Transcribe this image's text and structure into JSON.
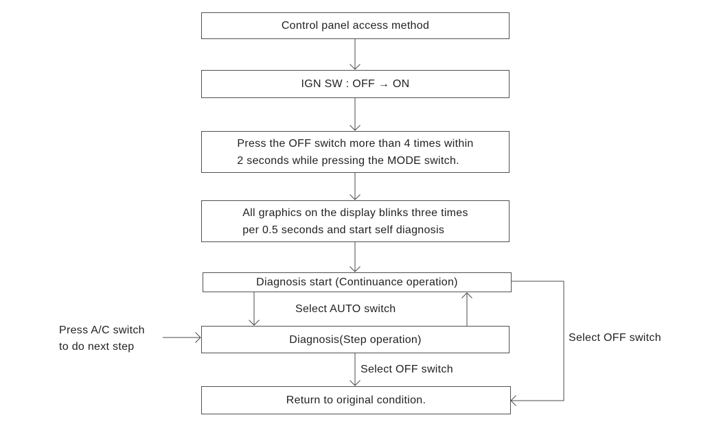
{
  "diagram": {
    "type": "flowchart",
    "title": "Control panel access method",
    "colors": {
      "line": "#4a4a4a",
      "box_border": "#4f4f4f",
      "text": "#1f1f1f",
      "background": "#ffffff"
    },
    "boxes": [
      {
        "id": "control-panel-access",
        "text": "Control panel access method"
      },
      {
        "id": "ign-sw",
        "text": "IGN SW : OFF → ON"
      },
      {
        "id": "press-off-switch",
        "lines": [
          "Press the OFF switch more than 4 times within",
          "2 seconds while pressing the MODE switch."
        ]
      },
      {
        "id": "display-blinks",
        "lines": [
          "All graphics on the display blinks three times",
          "per 0.5 seconds and start self diagnosis"
        ]
      },
      {
        "id": "diagnosis-start",
        "text": "Diagnosis start (Continuance operation)"
      },
      {
        "id": "diagnosis-step",
        "text": "Diagnosis(Step operation)"
      },
      {
        "id": "return-original",
        "text": "Return to original condition."
      }
    ],
    "edge_labels": {
      "select_auto": "Select AUTO switch",
      "select_off_step_to_return": "Select OFF switch",
      "select_off_start_to_return": "Select OFF switch",
      "press_ac_line1": "Press A/C switch",
      "press_ac_line2": "to do next step"
    }
  }
}
